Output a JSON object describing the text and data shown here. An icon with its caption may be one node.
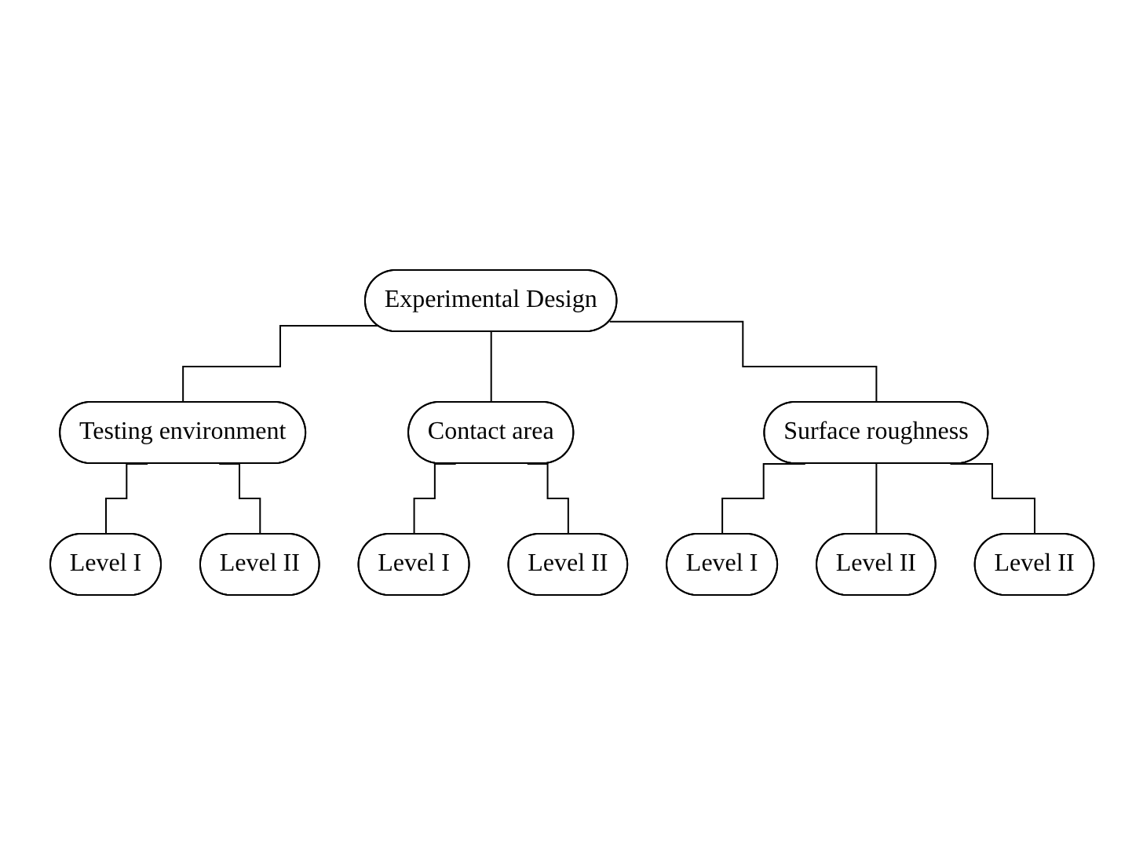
{
  "diagram": {
    "nodes": [
      {
        "text": [
          "Experimental Design"
        ]
      },
      {
        "text": [
          "Testing environment"
        ]
      },
      {
        "text": [
          "Contact area"
        ]
      },
      {
        "text": [
          "Surface roughness"
        ]
      },
      {
        "text": [
          "Level I"
        ]
      },
      {
        "text": [
          "Level II"
        ]
      },
      {
        "text": [
          "Level I"
        ]
      },
      {
        "text": [
          "Level II"
        ]
      },
      {
        "text": [
          "Level I"
        ]
      },
      {
        "text": [
          "Level II"
        ]
      },
      {
        "text": [
          "Level II"
        ]
      }
    ],
    "edges": [
      {
        "from": 0,
        "to": 1,
        "arrow": "none"
      },
      {
        "from": 0,
        "to": 2,
        "arrow": "none"
      },
      {
        "from": 0,
        "to": 3,
        "arrow": "none"
      },
      {
        "from": 1,
        "to": 4,
        "arrow": "none"
      },
      {
        "from": 1,
        "to": 5,
        "arrow": "none"
      },
      {
        "from": 2,
        "to": 6,
        "arrow": "none"
      },
      {
        "from": 2,
        "to": 7,
        "arrow": "none"
      },
      {
        "from": 3,
        "to": 8,
        "arrow": "none"
      },
      {
        "from": 3,
        "to": 9,
        "arrow": "none"
      },
      {
        "from": 3,
        "to": 10,
        "arrow": "none"
      }
    ]
  }
}
